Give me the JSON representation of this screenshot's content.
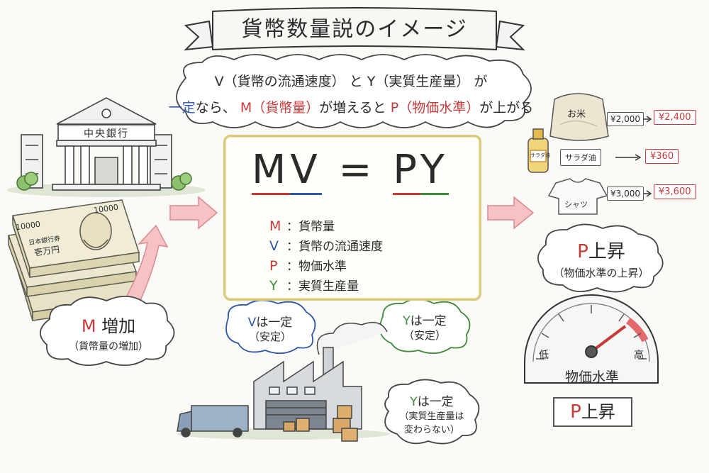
{
  "title": "貨幣数量説のイメージ",
  "top_note": {
    "line1": [
      "V（貨幣の流通速度）",
      "と",
      "Y（実質生産量）",
      "が"
    ],
    "line2": [
      "一定",
      "なら、",
      "M（貨幣量）",
      "が増えると",
      "P（物価水準）",
      "が上がる"
    ]
  },
  "bank_sign": "中央銀行",
  "money": {
    "denomination": "10000",
    "label": "壱万円",
    "small_label": "日本銀行券"
  },
  "m_increase": {
    "title_letter": "M",
    "title": "増加",
    "subtitle": "（貨幣量の増加）"
  },
  "equation": {
    "parts": [
      "M",
      "V",
      "=",
      "P",
      "Y"
    ],
    "legend": [
      {
        "sym": "M",
        "text": "：貨幣量"
      },
      {
        "sym": "V",
        "text": "：貨幣の流通速度"
      },
      {
        "sym": "P",
        "text": "：物価水準"
      },
      {
        "sym": "Y",
        "text": "：実質生産量"
      }
    ]
  },
  "v_constant": {
    "line1_sym": "V",
    "line1": "は一定",
    "line2": "（安定）"
  },
  "y_constant": {
    "line1_sym": "Y",
    "line1": "は一定",
    "line2": "（安定）"
  },
  "y_constant_factory": {
    "line1_sym": "Y",
    "line1": "は一定",
    "line2": "（実質生産量は",
    "line3": "変わらない）"
  },
  "products": [
    {
      "name": "お米",
      "old_price": "¥2,000",
      "new_price": "¥2,400"
    },
    {
      "name": "サラダ油",
      "old_price": "",
      "new_price": "¥360",
      "bottle_label": "サラダ油"
    },
    {
      "name": "シャツ",
      "old_price": "¥3,000",
      "new_price": "¥3,600"
    }
  ],
  "p_rise": {
    "letter": "P",
    "title": "上昇",
    "subtitle": "（物価水準の上昇）"
  },
  "gauge": {
    "low": "低",
    "high": "高",
    "label": "物価水準",
    "level": 0.8,
    "rise_letter": "P",
    "rise_text": "上昇"
  },
  "colors": {
    "red": "#c83a3a",
    "blue": "#2d56a8",
    "green": "#3e8a3a",
    "board_border": "#d9c978",
    "arrow": "#f2aeb1"
  }
}
